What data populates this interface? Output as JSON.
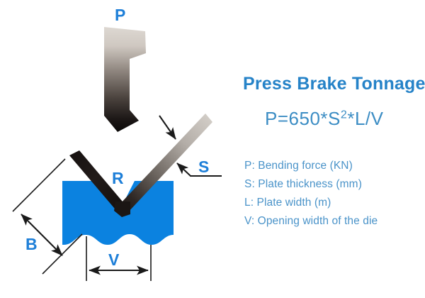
{
  "diagram": {
    "title": "Press Brake Tonnage",
    "formula": {
      "full": "P=650*S²*L/V",
      "lead": "P=650*S",
      "exponent": "2",
      "tail": "*L/V"
    },
    "legend": [
      "P: Bending force (KN)",
      "S: Plate thickness (mm)",
      "L: Plate width (m)",
      "V: Opening width of the die"
    ],
    "labels": {
      "punch": "P",
      "radius": "R",
      "thickness": "S",
      "flange": "B",
      "opening": "V"
    },
    "colors": {
      "title_blue": "#2683c8",
      "formula_blue": "#3c8dc4",
      "legend_blue": "#4a93c9",
      "label_blue": "#1e7fd8",
      "die_blue": "#0b82e0",
      "line_black": "#1a1a1a",
      "punch_light": "#d8d2cb",
      "punch_dark": "#0d0b0a",
      "sheet_light": "#cfcac4",
      "sheet_dark": "#1b1614"
    },
    "parts": {
      "punch": "punch-tool",
      "die": "v-die-block",
      "sheet": "bent-sheet-metal"
    }
  }
}
